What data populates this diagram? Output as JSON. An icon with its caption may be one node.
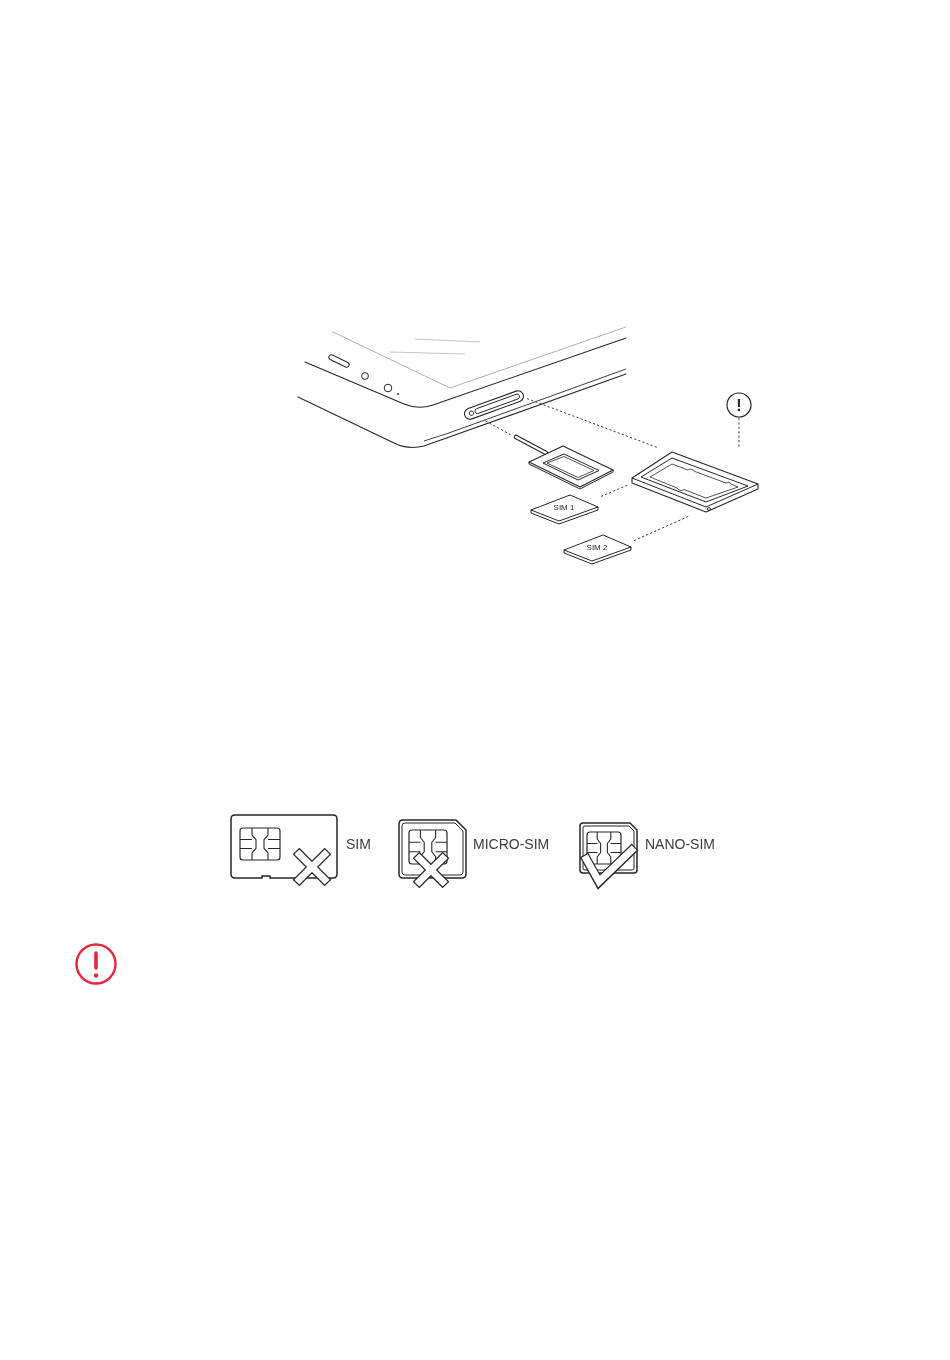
{
  "diagram": {
    "nodes": [
      {
        "text": [],
        "shape": "picture"
      },
      {
        "text": [
          "!"
        ]
      },
      {
        "text": [],
        "shape": "picture"
      },
      {
        "text": [],
        "shape": "picture"
      },
      {
        "text": [
          "SIM 1"
        ]
      },
      {
        "text": [
          "SIM 2"
        ]
      }
    ],
    "edges": [
      {
        "from": 0,
        "to": 2,
        "arrow": "none",
        "style": "dashed"
      },
      {
        "from": 0,
        "to": 3,
        "arrow": "none",
        "style": "dashed"
      },
      {
        "from": 1,
        "to": 3,
        "arrow": "none",
        "style": "dashed"
      },
      {
        "from": 4,
        "to": 3,
        "arrow": "none",
        "style": "dashed"
      },
      {
        "from": 5,
        "to": 3,
        "arrow": "none",
        "style": "dashed"
      }
    ],
    "labels": [
      "SIM",
      "MICRO-SIM",
      "NANO-SIM"
    ]
  }
}
